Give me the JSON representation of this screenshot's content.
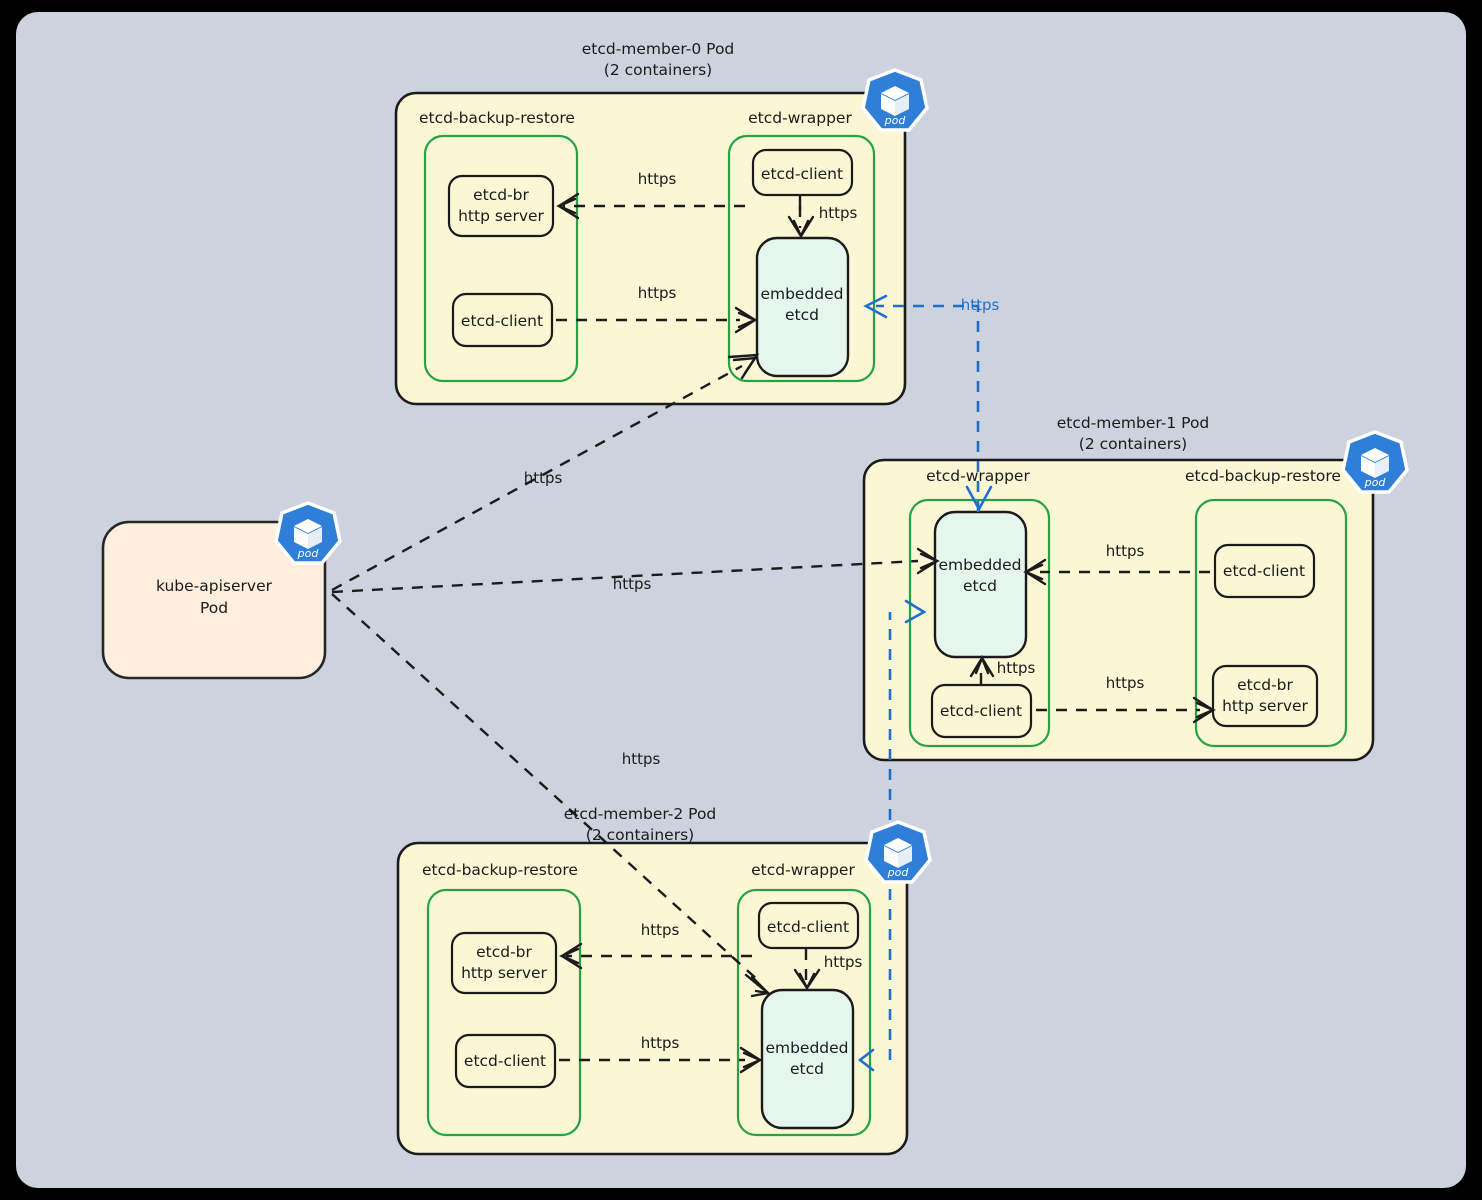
{
  "canvas": {
    "background_color": "#ccd3de",
    "outer_background_color": "#000000"
  },
  "colors": {
    "pod_fill": "#fbf7d5",
    "container_stroke": "#25a244",
    "node_fill": "#fbf7d5",
    "etcd_fill": "#e4f6ed",
    "apiserver_fill": "#fdeede",
    "edge_dark": "#1b1b1b",
    "edge_peer_blue": "#1f6fd0",
    "k8s_icon_blue": "#2f7fd9"
  },
  "apiserver": {
    "title_line1": "kube-apiserver",
    "title_line2": "Pod",
    "icon_label": "pod"
  },
  "pods": [
    {
      "id": "etcd-member-0",
      "title_line1": "etcd-member-0 Pod",
      "title_line2": "(2 containers)",
      "icon_label": "pod",
      "containers": [
        {
          "id": "backup-restore",
          "label": "etcd-backup-restore",
          "nodes": [
            {
              "id": "etcd-br-http-server",
              "line1": "etcd-br",
              "line2": "http server"
            },
            {
              "id": "etcd-client",
              "line1": "etcd-client",
              "line2": ""
            }
          ]
        },
        {
          "id": "wrapper",
          "label": "etcd-wrapper",
          "nodes": [
            {
              "id": "etcd-client",
              "line1": "etcd-client",
              "line2": ""
            },
            {
              "id": "embedded-etcd",
              "line1": "embedded",
              "line2": "etcd"
            }
          ]
        }
      ],
      "edge_labels": [
        "https",
        "https",
        "https"
      ]
    },
    {
      "id": "etcd-member-1",
      "title_line1": "etcd-member-1 Pod",
      "title_line2": "(2 containers)",
      "icon_label": "pod",
      "containers": [
        {
          "id": "wrapper",
          "label": "etcd-wrapper",
          "nodes": [
            {
              "id": "embedded-etcd",
              "line1": "embedded",
              "line2": "etcd"
            },
            {
              "id": "etcd-client",
              "line1": "etcd-client",
              "line2": ""
            }
          ]
        },
        {
          "id": "backup-restore",
          "label": "etcd-backup-restore",
          "nodes": [
            {
              "id": "etcd-client",
              "line1": "etcd-client",
              "line2": ""
            },
            {
              "id": "etcd-br-http-server",
              "line1": "etcd-br",
              "line2": "http server"
            }
          ]
        }
      ],
      "edge_labels": [
        "https",
        "https",
        "https"
      ]
    },
    {
      "id": "etcd-member-2",
      "title_line1": "etcd-member-2 Pod",
      "title_line2": "(2 containers)",
      "icon_label": "pod",
      "containers": [
        {
          "id": "backup-restore",
          "label": "etcd-backup-restore",
          "nodes": [
            {
              "id": "etcd-br-http-server",
              "line1": "etcd-br",
              "line2": "http server"
            },
            {
              "id": "etcd-client",
              "line1": "etcd-client",
              "line2": ""
            }
          ]
        },
        {
          "id": "wrapper",
          "label": "etcd-wrapper",
          "nodes": [
            {
              "id": "etcd-client",
              "line1": "etcd-client",
              "line2": ""
            },
            {
              "id": "embedded-etcd",
              "line1": "embedded",
              "line2": "etcd"
            }
          ]
        }
      ],
      "edge_labels": [
        "https",
        "https",
        "https"
      ]
    }
  ],
  "apiserver_edges": [
    {
      "id": "apiserver-to-member-0",
      "label": "https"
    },
    {
      "id": "apiserver-to-member-1",
      "label": "https"
    },
    {
      "id": "apiserver-to-member-2",
      "label": "https"
    }
  ],
  "peer_edges": [
    {
      "id": "member0-peer",
      "label": "https",
      "color": "#1f6fd0"
    },
    {
      "id": "member1-peer",
      "label": "",
      "color": "#1f6fd0"
    },
    {
      "id": "member2-peer",
      "label": "",
      "color": "#1f6fd0"
    }
  ]
}
